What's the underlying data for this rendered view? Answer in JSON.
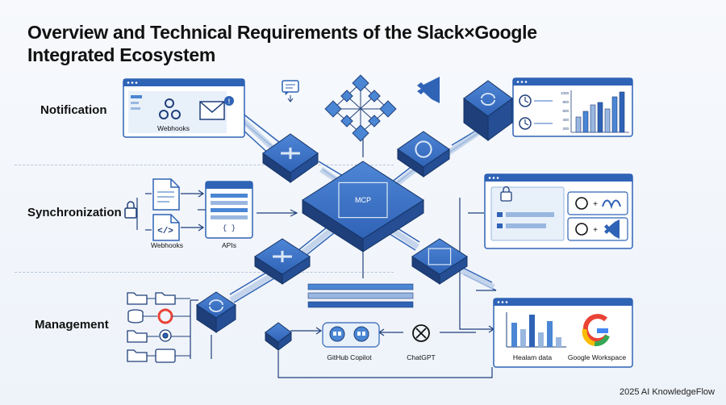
{
  "title": "Overview and Technical Requirements of the Slack×Google Integrated Ecosystem",
  "rows": {
    "notification": "Notification",
    "synchronization": "Synchronization",
    "management": "Management"
  },
  "captions": {
    "webhooks_top": "Webhooks",
    "webhooks_mid": "Webhooks",
    "apis": "APIs",
    "mcp": "MCP",
    "github_copilot": "GitHub Copilot",
    "chatgpt": "ChatGPT",
    "healam_data": "Healam data",
    "google_workspace": "Google Workspace"
  },
  "chart_axis": [
    "1000",
    "800",
    "600",
    "400",
    "200"
  ],
  "credit": "2025 AI KnowledgeFlow",
  "colors": {
    "primary": "#2f63b6",
    "dark": "#1f3f7a",
    "light": "#dce8f7",
    "accent": "#4a86d4"
  }
}
